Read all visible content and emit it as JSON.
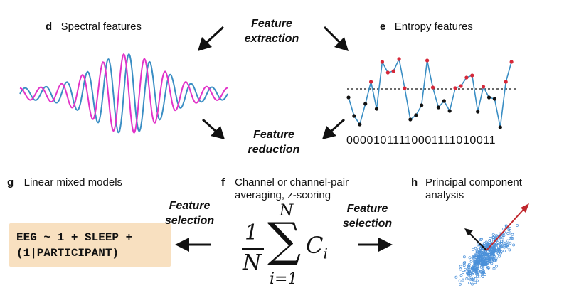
{
  "stages": {
    "feature_extraction": [
      "Feature",
      "extraction"
    ],
    "feature_reduction": [
      "Feature",
      "reduction"
    ],
    "feature_selection_left": [
      "Feature",
      "selection"
    ],
    "feature_selection_right": [
      "Feature",
      "selection"
    ]
  },
  "panels": {
    "d": {
      "letter": "d",
      "title": "Spectral features"
    },
    "e": {
      "letter": "e",
      "title": "Entropy features",
      "bits": "00001011110001111010011"
    },
    "g": {
      "letter": "g",
      "title": "Linear mixed models",
      "formula": [
        "EEG ~ 1 + SLEEP +",
        "(1|PARTICIPANT)"
      ]
    },
    "f": {
      "letter": "f",
      "title": [
        "Channel or channel-pair",
        "averaging, z-scoring"
      ],
      "equation": {
        "numerator": "1",
        "denominator": "N",
        "upper_limit": "N",
        "lower_limit": "i=1",
        "term": "C",
        "subscript": "i"
      }
    },
    "h": {
      "letter": "h",
      "title": [
        "Principal component",
        "analysis"
      ]
    }
  },
  "colors": {
    "wave_blue": "#3a8ec4",
    "wave_magenta": "#e233c8",
    "entropy_line": "#3a8ec4",
    "point_high": "#d62839",
    "point_low": "#111111",
    "code_bg": "#f8e0c0",
    "pca_points": "#4a90d9",
    "pca_arrow_major": "#c0272d",
    "pca_arrow_minor": "#111111"
  }
}
